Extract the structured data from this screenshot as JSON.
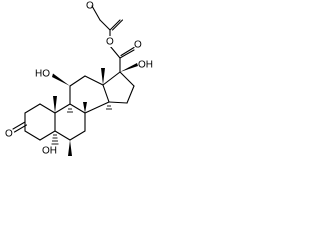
{
  "molecule": {
    "labels": {
      "top_o": "O",
      "carbonyl_o": "O",
      "c17_oh": "OH",
      "c11_ho": "HO",
      "c3_o": "O",
      "c5_oh": "OH",
      "acetate_o": "O"
    }
  }
}
